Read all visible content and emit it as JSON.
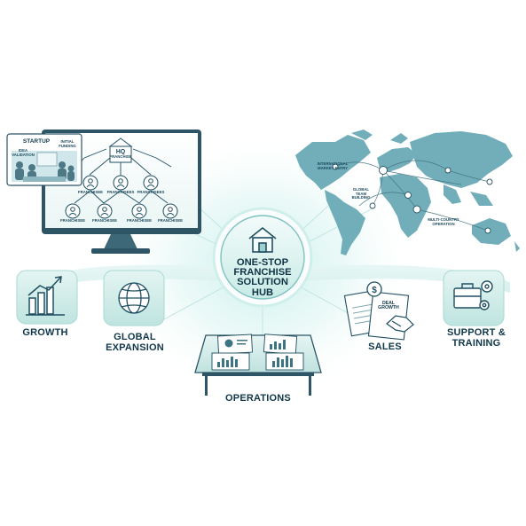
{
  "hub": {
    "line1": "ONE-STOP",
    "line2": "FRANCHISE",
    "line3": "SOLUTION",
    "line4": "HUB"
  },
  "pillars": {
    "growth": "GROWTH",
    "global_expansion_1": "GLOBAL",
    "global_expansion_2": "EXPANSION",
    "operations": "OPERATIONS",
    "sales": "SALES",
    "support_1": "SUPPORT &",
    "support_2": "TRAINING"
  },
  "monitor": {
    "startup": "STARTUP",
    "idea_validation_1": "IDEA",
    "idea_validation_2": "VALIDATION",
    "initial_funding_1": "INITIAL",
    "initial_funding_2": "FUNDING",
    "hq_1": "HQ",
    "hq_2": "FRANCHISE",
    "franchisee": "FRANCHISEE",
    "franchisees": "FRANCHISEES"
  },
  "map": {
    "market_entry_1": "INTERNATIONAL",
    "market_entry_2": "MARKET ENTRY",
    "team_1": "GLOBAL",
    "team_2": "TEAM",
    "team_3": "BUILDING",
    "multi_1": "MULTI-COUNTRY",
    "multi_2": "OPERATION"
  },
  "sales_doc": {
    "deal_1": "DEAL",
    "deal_2": "GROWTH"
  },
  "colors": {
    "accent": "#2e8b98",
    "dark": "#10384a",
    "glow": "#bfeae6",
    "map": "#5fa7b4"
  },
  "icons": [
    "house-icon",
    "bar-chart-icon",
    "globe-icon",
    "briefcase-gear-icon",
    "handshake-icon",
    "dollar-icon",
    "person-icon"
  ]
}
